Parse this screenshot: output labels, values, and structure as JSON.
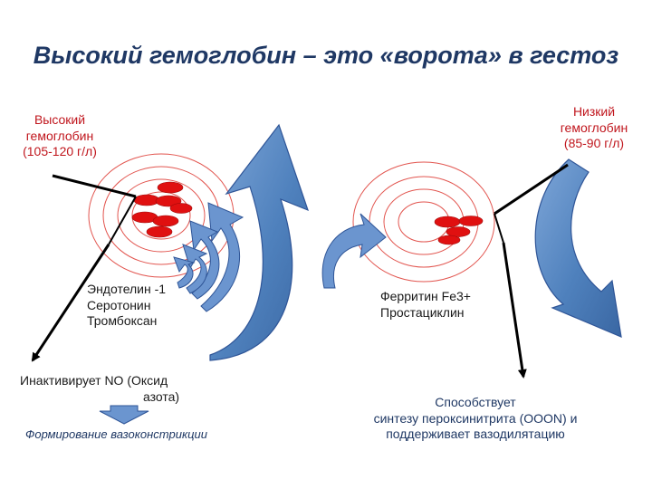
{
  "title": "Высокий гемоглобин – это «ворота» в гестоз",
  "left": {
    "hb_label": [
      "Высокий",
      "гемоглобин",
      "(105-120 г/л)"
    ],
    "mediators": [
      "Эндотелин -1",
      "Серотонин",
      "Тромбоксан"
    ],
    "no_effect": [
      "Инактивирует NO (Оксид",
      "азота)"
    ],
    "outcome": "Формирование вазоконстрикции"
  },
  "right": {
    "hb_label": [
      "Низкий",
      "гемоглобин",
      "(85-90 г/л)"
    ],
    "mediators": [
      "Ферритин Fe3+",
      "Простациклин"
    ],
    "outcome": [
      "Способствует",
      "синтезу пероксинитрита (OOON) и",
      "поддерживает вазодилятацию"
    ]
  },
  "colors": {
    "title": "#1f3864",
    "label_red": "#c0161d",
    "rings": "#e2554f",
    "cells": "#e01010",
    "arrow_fill": "#4f81bd",
    "arrow_stroke": "#2f5597",
    "pointer": "#000000"
  }
}
